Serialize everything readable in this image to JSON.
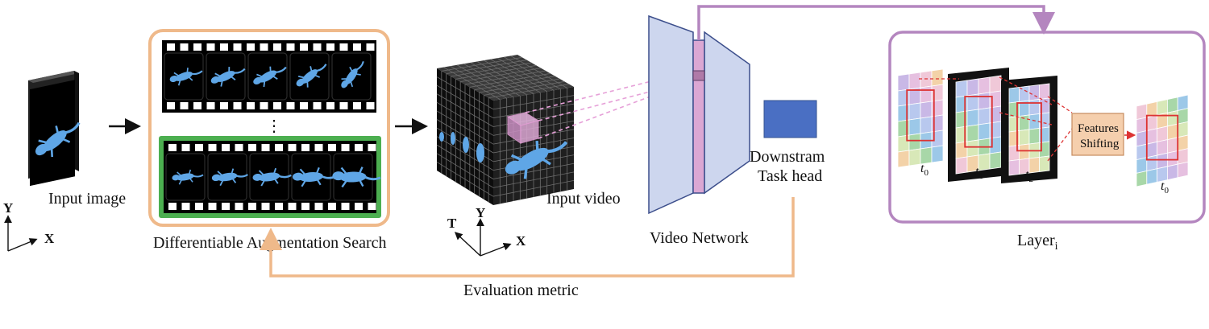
{
  "labels": {
    "input_image": "Input image",
    "das": "Differentiable Augmentation Search",
    "input_video": "Input video",
    "video_network": "Video Network",
    "downstream_line1": "Downstram",
    "downstream_line2": "Task head",
    "evaluation_metric": "Evaluation metric",
    "layer": "Layer",
    "layer_sub": "i",
    "features_line1": "Features",
    "features_line2": "Shifting",
    "vdots": "⋮"
  },
  "axes": {
    "image": {
      "y": "Y",
      "x": "X"
    },
    "video": {
      "t": "T",
      "y": "Y",
      "x": "X"
    }
  },
  "time_labels": {
    "t0": {
      "base": "t",
      "sub": "0"
    },
    "t1": {
      "base": "t",
      "sub": "1"
    },
    "t2": {
      "base": "t",
      "sub": "2"
    },
    "t0_out": {
      "base": "t",
      "sub": "0"
    }
  },
  "icons": [
    "gecko-icon",
    "film-strip-icon",
    "video-cube-icon",
    "feature-grid-icon"
  ],
  "colors": {
    "orange": "#efb98a",
    "green": "#4caf50",
    "purple": "#b486bf",
    "network_fill": "#cdd6ee",
    "network_stroke": "#3d4f8c",
    "network_band": "#dba7d3",
    "task_head": "#4a6fc3",
    "shift_box": "#f5cfad",
    "gecko": "#5fa6e6"
  }
}
